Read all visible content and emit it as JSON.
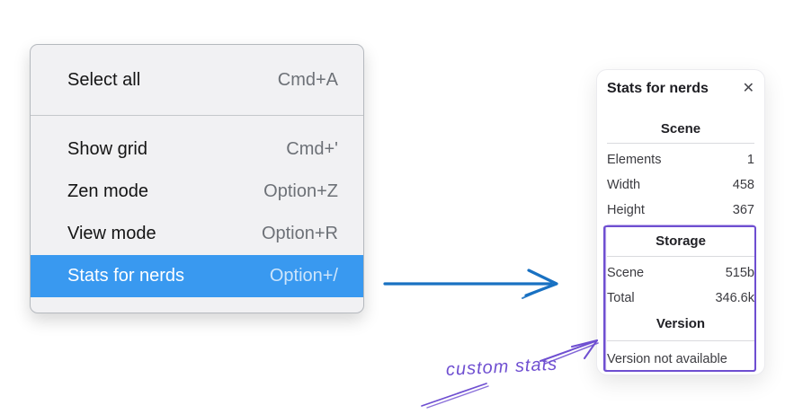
{
  "menu": {
    "items": [
      {
        "label": "Select all",
        "shortcut": "Cmd+A",
        "highlighted": false
      },
      {
        "label": "Show grid",
        "shortcut": "Cmd+'",
        "highlighted": false
      },
      {
        "label": "Zen mode",
        "shortcut": "Option+Z",
        "highlighted": false
      },
      {
        "label": "View mode",
        "shortcut": "Option+R",
        "highlighted": false
      },
      {
        "label": "Stats for nerds",
        "shortcut": "Option+/",
        "highlighted": true
      }
    ]
  },
  "panel": {
    "title": "Stats for nerds",
    "close_glyph": "✕",
    "sections": [
      {
        "heading": "Scene",
        "rows": [
          {
            "label": "Elements",
            "value": "1"
          },
          {
            "label": "Width",
            "value": "458"
          },
          {
            "label": "Height",
            "value": "367"
          }
        ]
      },
      {
        "heading": "Storage",
        "rows": [
          {
            "label": "Scene",
            "value": "515b"
          },
          {
            "label": "Total",
            "value": "346.6k"
          }
        ]
      },
      {
        "heading": "Version",
        "note": "Version not available"
      }
    ]
  },
  "annotation": {
    "label": "custom stats"
  },
  "colors": {
    "menu_highlight": "#3999f0",
    "flow_arrow_blue": "#1971c2",
    "annotation_purple": "#6f4fd1"
  }
}
